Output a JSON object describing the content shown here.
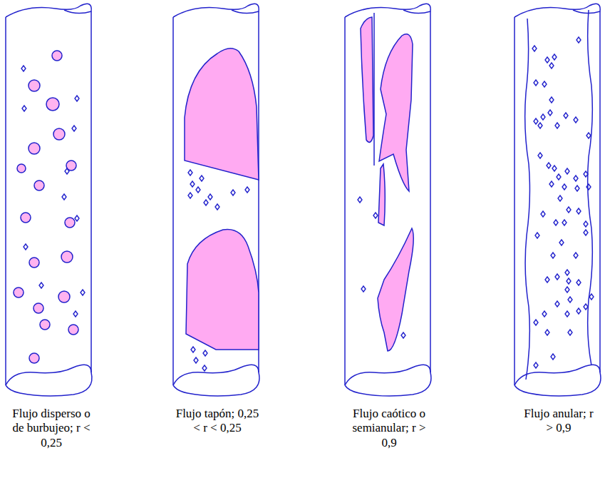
{
  "diagram": {
    "labels": [
      "Flujo disperso o de burbujeo; r < 0,25",
      "Flujo tapón; 0,25 < r < 0,25",
      "Flujo caótico o semianular; r > 0,9",
      "Flujo anular; r > 0,9"
    ]
  }
}
